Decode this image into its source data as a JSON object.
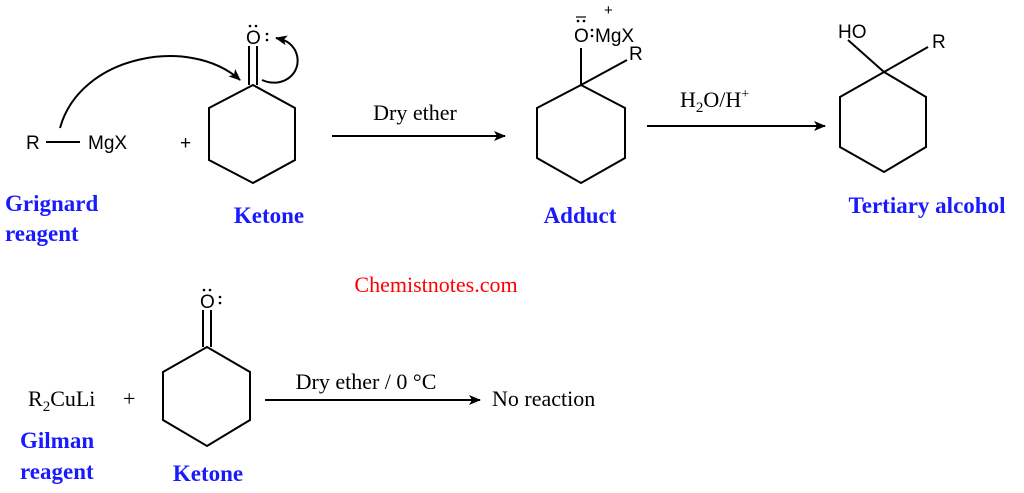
{
  "colors": {
    "label": "#1a1aff",
    "watermark": "#ff0000",
    "structure": "#000000"
  },
  "reaction1": {
    "reagent_r": "R",
    "reagent_mgx": "MgX",
    "plus": "+",
    "ketone_o": "O",
    "grignard_label_line1": "Grignard",
    "grignard_label_line2": "reagent",
    "ketone_label": "Ketone",
    "condition1": "Dry ether",
    "adduct_o": "O",
    "adduct_mgx": "MgX",
    "adduct_plus": "+",
    "adduct_r": "R",
    "adduct_label": "Adduct",
    "condition2_h2o": "H",
    "condition2_sub": "2",
    "condition2_rest": "O/H",
    "condition2_sup": "+",
    "product_ho": "HO",
    "product_r": "R",
    "product_label": "Tertiary alcohol"
  },
  "watermark": "Chemistnotes.com",
  "reaction2": {
    "reagent_r": "R",
    "reagent_sub": "2",
    "reagent_rest": "CuLi",
    "plus": "+",
    "ketone_o": "O",
    "condition": "Dry ether / 0 °C",
    "result": "No reaction",
    "gilman_label_line1": "Gilman",
    "gilman_label_line2": "reagent",
    "ketone_label": "Ketone"
  }
}
